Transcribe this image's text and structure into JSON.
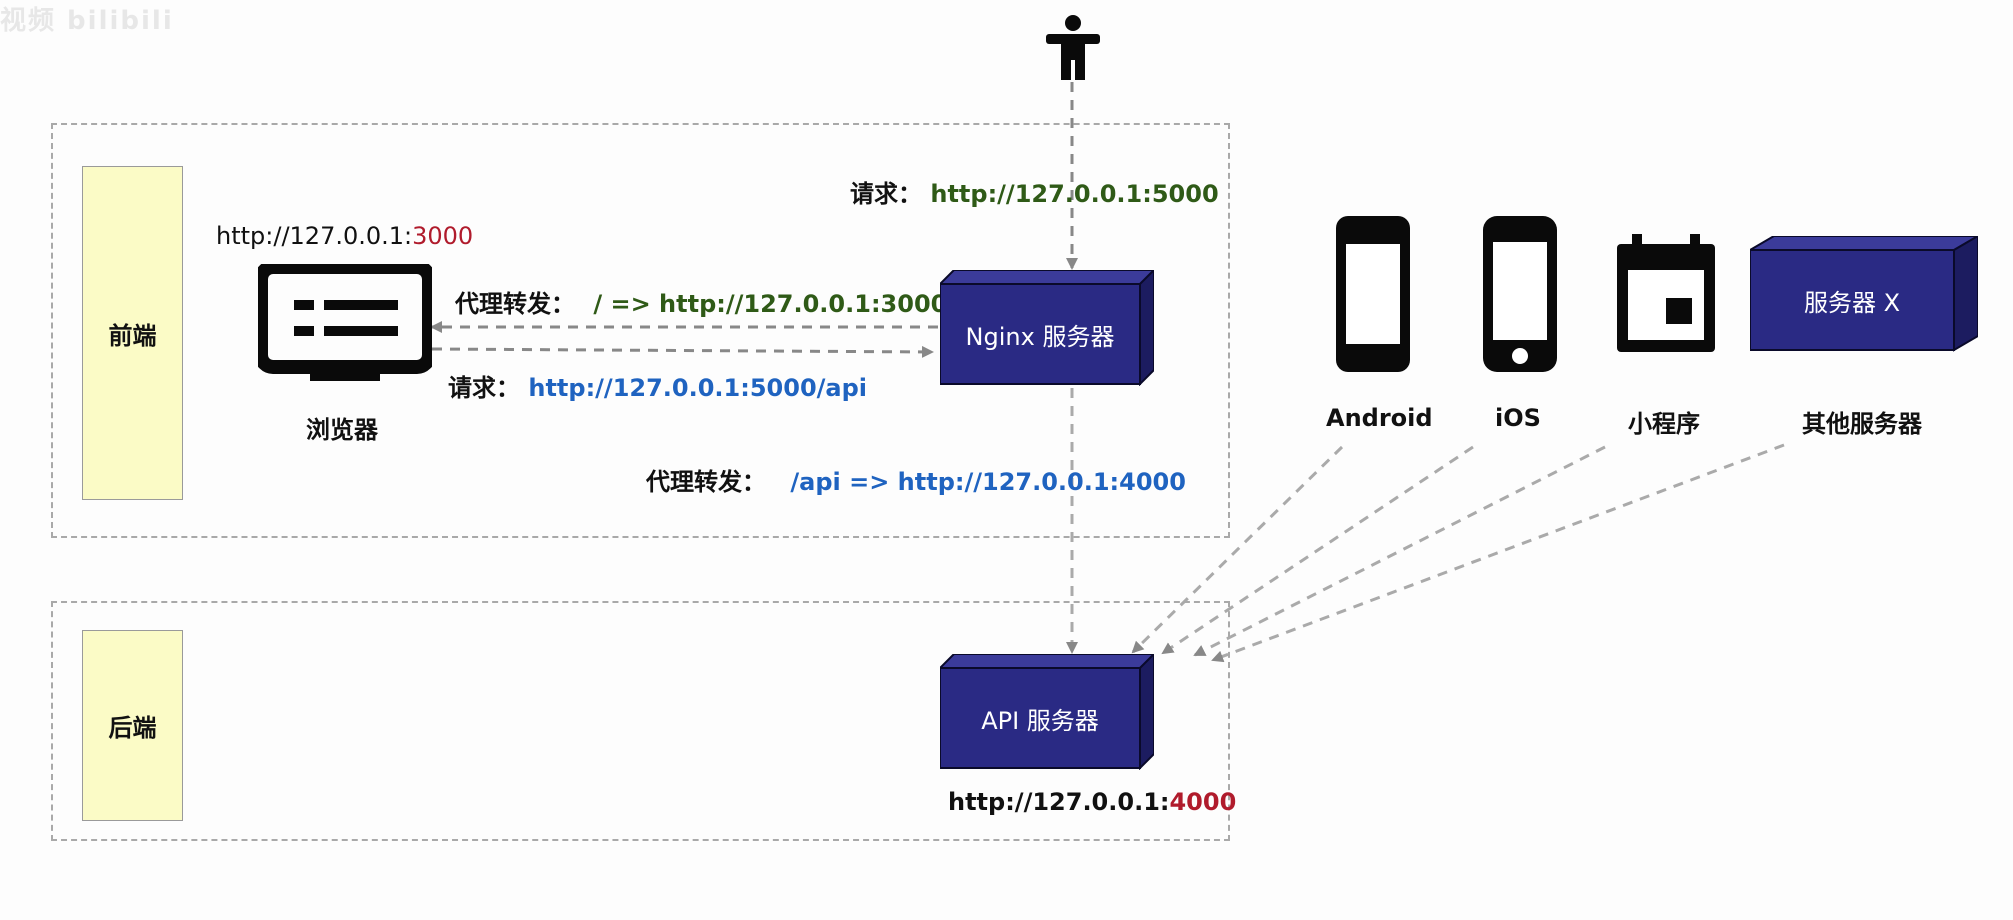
{
  "watermark": "视频 bilibili",
  "zones": {
    "frontend_label": "前端",
    "backend_label": "后端"
  },
  "browser": {
    "address_prefix": "http://127.0.0.1:",
    "address_port": "3000",
    "label": "浏览器"
  },
  "user_request": {
    "prefix": "请求：",
    "url": "http://127.0.0.1:5000"
  },
  "proxy_root": {
    "prefix": "代理转发：",
    "rule": "/ => http://127.0.0.1:3000"
  },
  "browser_request": {
    "prefix": "请求：",
    "url": "http://127.0.0.1:5000/api"
  },
  "proxy_api": {
    "prefix": "代理转发：",
    "rule": "/api => http://127.0.0.1:4000"
  },
  "nginx": {
    "label": "Nginx 服务器"
  },
  "api_server": {
    "label": "API 服务器",
    "address_prefix": "http://127.0.0.1:",
    "address_port": "4000"
  },
  "clients": [
    {
      "label": "Android",
      "icon": "android-phone-icon"
    },
    {
      "label": "iOS",
      "icon": "iphone-icon"
    },
    {
      "label": "小程序",
      "icon": "mini-program-icon"
    },
    {
      "label": "其他服务器",
      "icon": "server-x-icon"
    }
  ],
  "server_x": {
    "label": "服务器 X"
  },
  "colors": {
    "box_fill": "#2a2a84",
    "box_side": "#1c1c60",
    "zone_border": "#a9a9a9",
    "label_fill": "#fbfbc6",
    "green": "#2f5a17",
    "blue": "#1f63c0",
    "red": "#b01b2c"
  }
}
